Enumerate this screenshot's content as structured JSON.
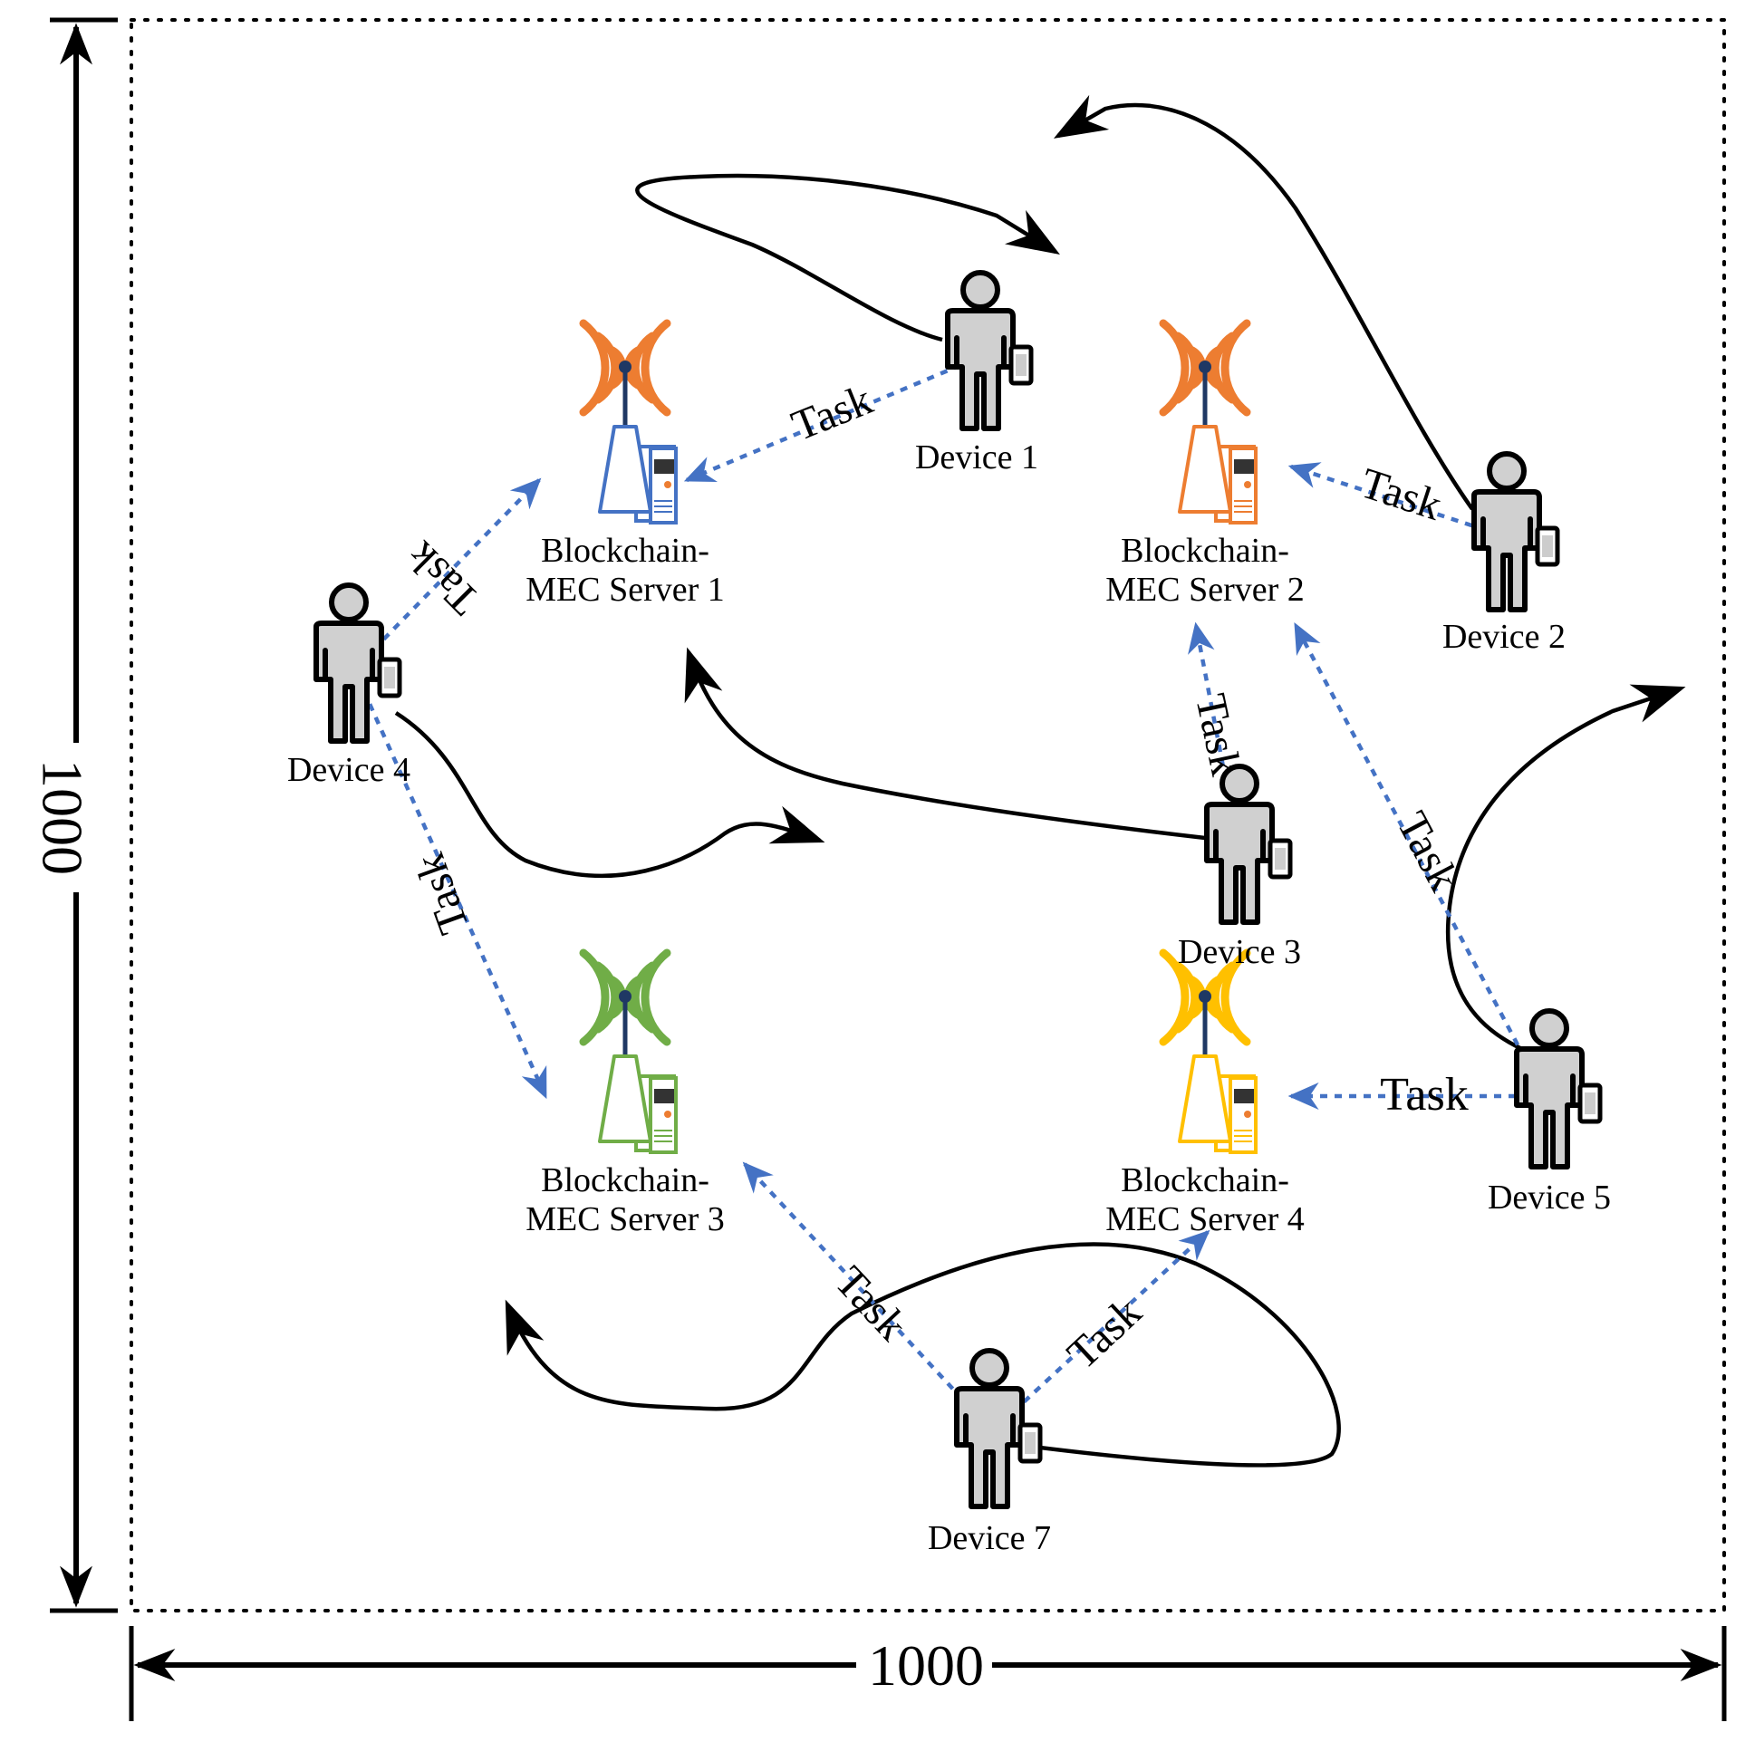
{
  "dimension": {
    "width_label": "1000",
    "height_label": "1000"
  },
  "servers": [
    {
      "id": 1,
      "line1": "Blockchain-",
      "line2": "MEC Server 1",
      "tower_color": "#4472C4",
      "signal_color": "#ED7D31"
    },
    {
      "id": 2,
      "line1": "Blockchain-",
      "line2": "MEC Server 2",
      "tower_color": "#ED7D31",
      "signal_color": "#ED7D31"
    },
    {
      "id": 3,
      "line1": "Blockchain-",
      "line2": "MEC Server 3",
      "tower_color": "#70AD47",
      "signal_color": "#70AD47"
    },
    {
      "id": 4,
      "line1": "Blockchain-",
      "line2": "MEC Server 4",
      "tower_color": "#FFC000",
      "signal_color": "#FFC000"
    }
  ],
  "devices": [
    {
      "id": 1,
      "label": "Device 1"
    },
    {
      "id": 2,
      "label": "Device 2"
    },
    {
      "id": 3,
      "label": "Device 3"
    },
    {
      "id": 4,
      "label": "Device 4"
    },
    {
      "id": 5,
      "label": "Device 5"
    },
    {
      "id": 7,
      "label": "Device 7"
    }
  ],
  "tasks": [
    {
      "from": "Device 1",
      "to": "Blockchain-MEC Server 1",
      "label": "Task"
    },
    {
      "from": "Device 2",
      "to": "Blockchain-MEC Server 2",
      "label": "Task"
    },
    {
      "from": "Device 3",
      "to": "Blockchain-MEC Server 2",
      "label": "Task"
    },
    {
      "from": "Device 4",
      "to": "Blockchain-MEC Server 1",
      "label": "Task"
    },
    {
      "from": "Device 4",
      "to": "Blockchain-MEC Server 3",
      "label": "Task"
    },
    {
      "from": "Device 5",
      "to": "Blockchain-MEC Server 2",
      "label": "Task"
    },
    {
      "from": "Device 5",
      "to": "Blockchain-MEC Server 4",
      "label": "Task"
    },
    {
      "from": "Device 7",
      "to": "Blockchain-MEC Server 3",
      "label": "Task"
    },
    {
      "from": "Device 7",
      "to": "Blockchain-MEC Server 4",
      "label": "Task"
    }
  ],
  "colors": {
    "task_link": "#4472C4",
    "trajectory": "#000000",
    "person_fill": "#D0D0D0"
  }
}
